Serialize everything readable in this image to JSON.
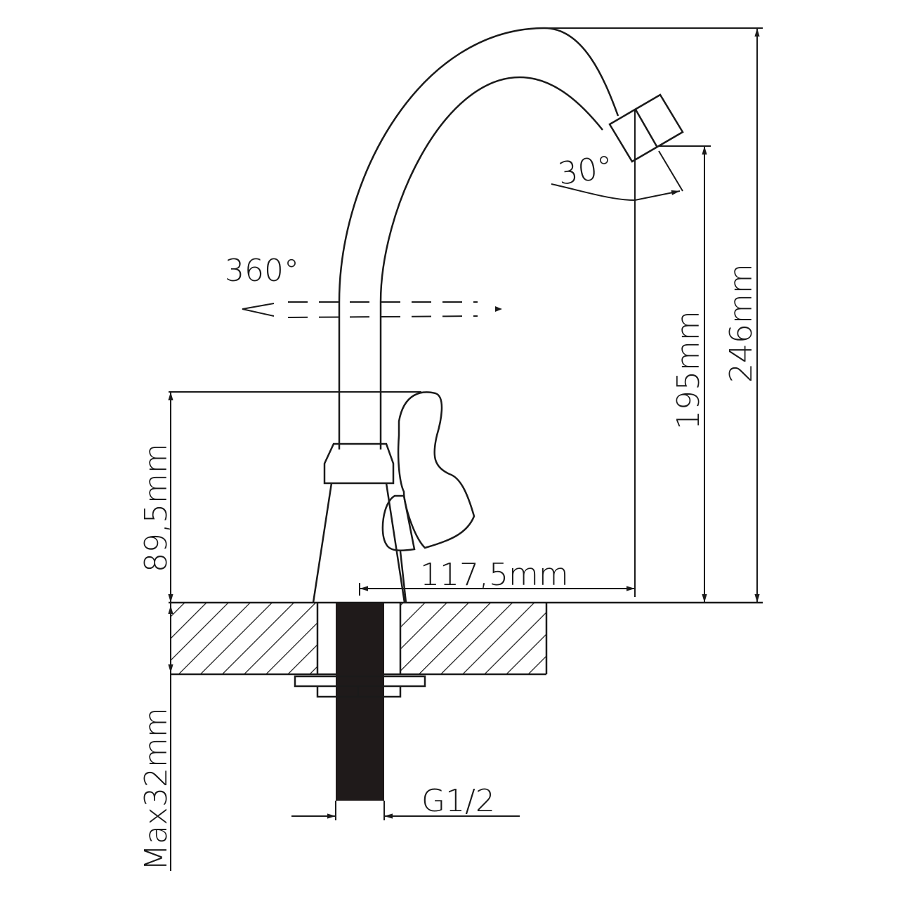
{
  "drawing": {
    "title": "Kitchen faucet dimension drawing",
    "labels": {
      "rotation": "360°",
      "aerator_angle": "30°",
      "total_height": "246mm",
      "spout_height": "195mm",
      "handle_height": "89,5mm",
      "spout_reach": "117,5mm",
      "max_counter_thickness": "Max32mm",
      "thread": "G1/2"
    },
    "colors": {
      "line": "#1a1a1a",
      "background": "#ffffff"
    }
  }
}
